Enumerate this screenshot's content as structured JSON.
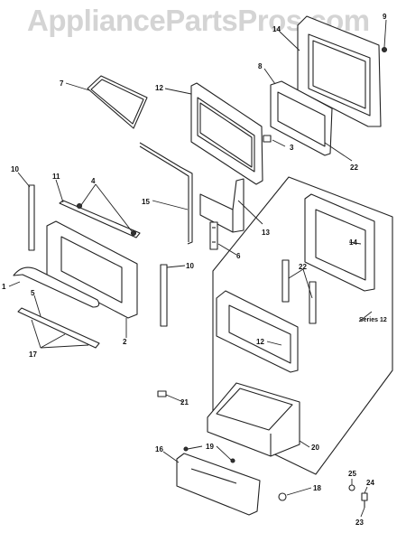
{
  "watermark": "AppliancePartsPros.com",
  "series_label": "Series 12",
  "callouts": [
    {
      "id": "c1",
      "label": "1"
    },
    {
      "id": "c2",
      "label": "2"
    },
    {
      "id": "c3",
      "label": "3"
    },
    {
      "id": "c4",
      "label": "4"
    },
    {
      "id": "c5",
      "label": "5"
    },
    {
      "id": "c6",
      "label": "6"
    },
    {
      "id": "c7",
      "label": "7"
    },
    {
      "id": "c8",
      "label": "8"
    },
    {
      "id": "c9",
      "label": "9"
    },
    {
      "id": "c10a",
      "label": "10"
    },
    {
      "id": "c10b",
      "label": "10"
    },
    {
      "id": "c11",
      "label": "11"
    },
    {
      "id": "c12a",
      "label": "12"
    },
    {
      "id": "c12b",
      "label": "12"
    },
    {
      "id": "c13",
      "label": "13"
    },
    {
      "id": "c14a",
      "label": "14"
    },
    {
      "id": "c14b",
      "label": "14"
    },
    {
      "id": "c15",
      "label": "15"
    },
    {
      "id": "c16",
      "label": "16"
    },
    {
      "id": "c17",
      "label": "17"
    },
    {
      "id": "c18",
      "label": "18"
    },
    {
      "id": "c19",
      "label": "19"
    },
    {
      "id": "c20",
      "label": "20"
    },
    {
      "id": "c21",
      "label": "21"
    },
    {
      "id": "c22a",
      "label": "22"
    },
    {
      "id": "c22b",
      "label": "22"
    },
    {
      "id": "c23",
      "label": "23"
    },
    {
      "id": "c24",
      "label": "24"
    },
    {
      "id": "c25",
      "label": "25"
    }
  ]
}
